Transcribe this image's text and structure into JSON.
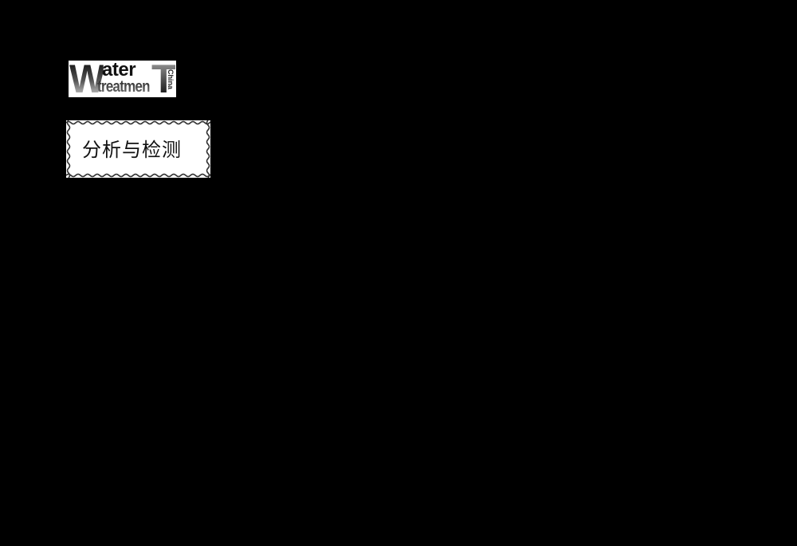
{
  "logo": {
    "big_letter_left": "W",
    "word_top": "ater",
    "word_bottom": "treatmen",
    "big_letter_right": "T",
    "side_text": "China"
  },
  "label_box": {
    "text": "分析与检测"
  },
  "colors": {
    "background": "#000000",
    "panel": "#ffffff",
    "text": "#111111"
  }
}
